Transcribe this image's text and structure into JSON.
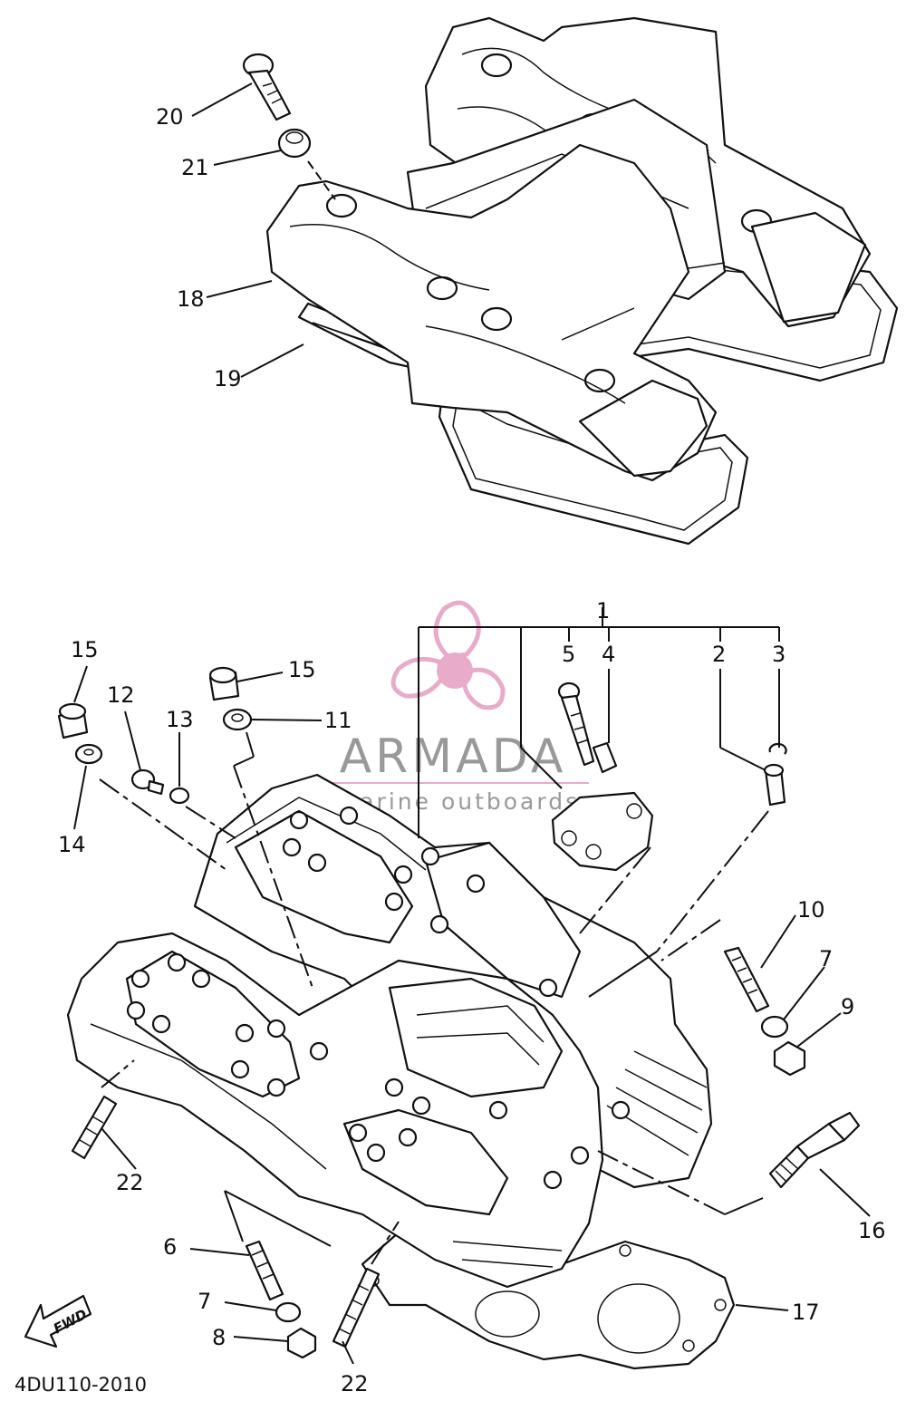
{
  "callouts": {
    "c20": "20",
    "c21": "21",
    "c18": "18",
    "c19": "19",
    "c1": "1",
    "c5": "5",
    "c4": "4",
    "c2": "2",
    "c3": "3",
    "c15a": "15",
    "c15b": "15",
    "c12": "12",
    "c13": "13",
    "c11": "11",
    "c14": "14",
    "c10": "10",
    "c7a": "7",
    "c9": "9",
    "c16": "16",
    "c22a": "22",
    "c6": "6",
    "c7b": "7",
    "c8": "8",
    "c22b": "22",
    "c17": "17"
  },
  "fwd_label": "FWD",
  "diagram_code": "4DU110-2010",
  "watermark": {
    "brand": "ARMADA",
    "tagline": "marine outboards",
    "brand_color": "#e6a3c4",
    "text_color": "#8f8f8f"
  }
}
